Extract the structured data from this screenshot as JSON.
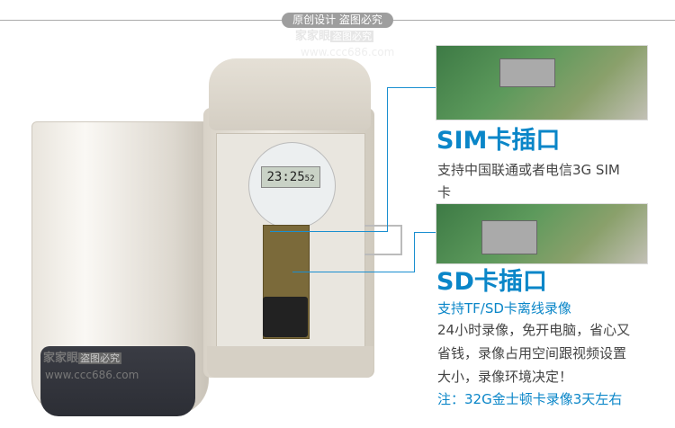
{
  "banner": {
    "label": "原创设计 盗图必究"
  },
  "watermark": {
    "brand": "家家眼",
    "stamp": "盗图必究",
    "url": "www.ccc686.com"
  },
  "device": {
    "timer_display": "23:25",
    "timer_seconds": "52"
  },
  "sim": {
    "title": "SIM卡插口",
    "desc_line1": "支持中国联通或者电信3G SIM",
    "desc_line2": "卡"
  },
  "sd": {
    "title": "SD卡插口",
    "subtitle": "支持TF/SD卡离线录像",
    "lines": [
      "24小时录像，免开电脑，省心又",
      "省钱，录像占用空间跟视频设置",
      "大小，录像环境决定！"
    ],
    "note": "注：32G金士顿卡录像3天左右"
  },
  "colors": {
    "accent": "#0a86c8"
  }
}
